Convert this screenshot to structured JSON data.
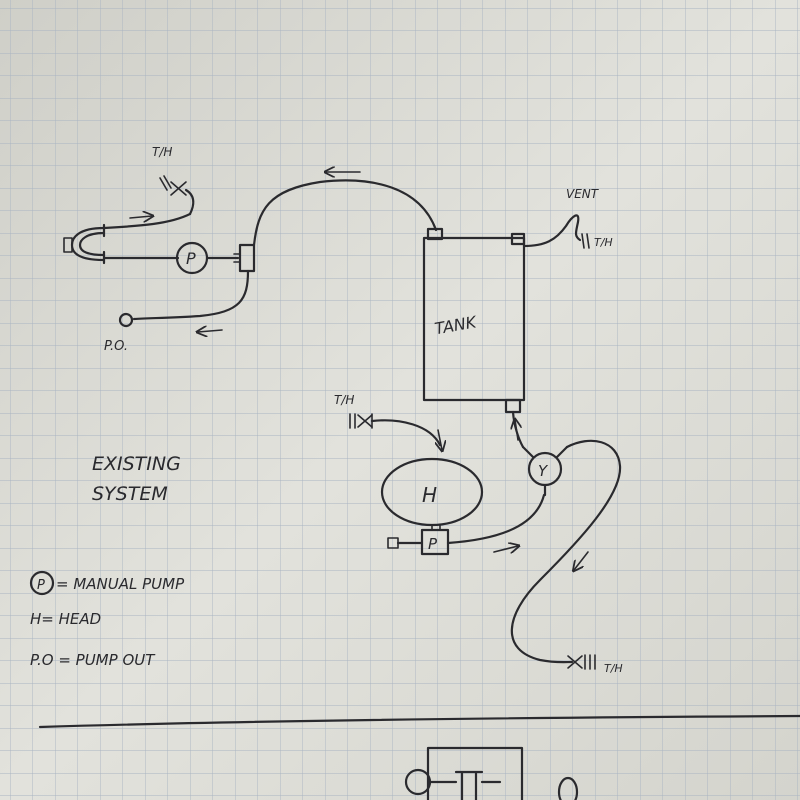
{
  "labels": {
    "th_top_left": "T/H",
    "vent": "VENT",
    "th_vent": "T/H",
    "pump_top": "P",
    "po": "P.O.",
    "tank": "TANK",
    "th_head": "T/H",
    "head": "H",
    "pump_bottom": "P",
    "y_valve": "Y",
    "th_bottom_right": "T/H"
  },
  "title": {
    "line1": "EXISTING",
    "line2": "SYSTEM"
  },
  "legend": {
    "pump_symbol": "P",
    "pump_text": "= MANUAL PUMP",
    "head": "H= HEAD",
    "pump_out": "P.O = PUMP OUT"
  },
  "colors": {
    "paper": "#dcdcd6",
    "grid": "#a9b4c2",
    "ink": "#2a2a2e"
  }
}
